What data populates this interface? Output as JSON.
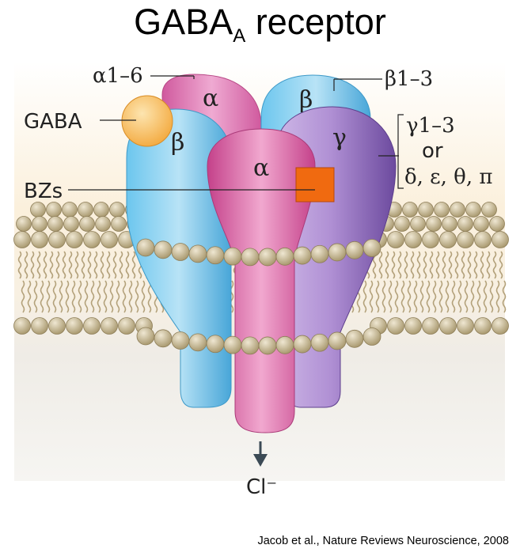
{
  "title": {
    "main": "GABA",
    "subscript": "A",
    "rest": " receptor"
  },
  "labels": {
    "alpha_top": "α1–6",
    "beta_top": "β1–3",
    "gaba": "GABA",
    "bzs": "BZs",
    "gamma_line1": "γ1–3",
    "gamma_line2": "or",
    "gamma_line3": "δ, ε, θ, π",
    "chloride": "Cl⁻"
  },
  "subunits": {
    "alpha_back": "α",
    "beta_back": "β",
    "beta_left": "β",
    "gamma": "γ",
    "alpha_front": "α"
  },
  "credit": "Jacob et al., Nature Reviews Neuroscience, 2008",
  "colors": {
    "alpha": "#d9589a",
    "beta": "#5cb8e4",
    "gamma": "#8c64b4",
    "gaba_ligand": "#f5b74e",
    "bz_site": "#f06a10",
    "lipid_head": "#c6b896",
    "lipid_tail": "#b0a07a"
  }
}
